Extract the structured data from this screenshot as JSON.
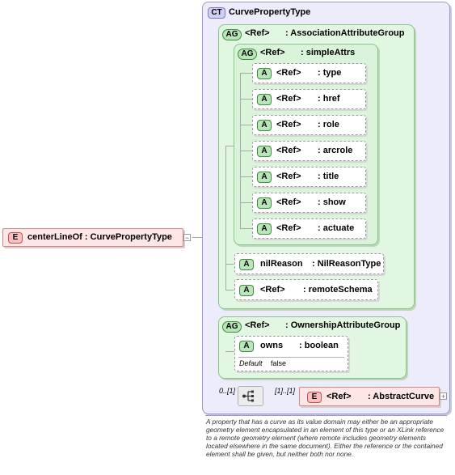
{
  "root": {
    "badge": "E",
    "name": "centerLineOf",
    "sep": ":",
    "type": "CurvePropertyType"
  },
  "complex_type": {
    "badge": "CT",
    "name": "CurvePropertyType"
  },
  "association_group": {
    "badge": "AG",
    "ref": "<Ref>",
    "name": ": AssociationAttributeGroup",
    "simple_attrs": {
      "badge": "AG",
      "ref": "<Ref>",
      "name": ": simpleAttrs",
      "attributes": [
        {
          "badge": "A",
          "ref": "<Ref>",
          "name": ": type"
        },
        {
          "badge": "A",
          "ref": "<Ref>",
          "name": ": href"
        },
        {
          "badge": "A",
          "ref": "<Ref>",
          "name": ": role"
        },
        {
          "badge": "A",
          "ref": "<Ref>",
          "name": ": arcrole"
        },
        {
          "badge": "A",
          "ref": "<Ref>",
          "name": ": title"
        },
        {
          "badge": "A",
          "ref": "<Ref>",
          "name": ": show"
        },
        {
          "badge": "A",
          "ref": "<Ref>",
          "name": ": actuate"
        }
      ]
    },
    "nil_reason": {
      "badge": "A",
      "name": "nilReason",
      "type": ": NilReasonType"
    },
    "remote_schema": {
      "badge": "A",
      "ref": "<Ref>",
      "name": ": remoteSchema"
    }
  },
  "ownership_group": {
    "badge": "AG",
    "ref": "<Ref>",
    "name": ": OwnershipAttributeGroup",
    "owns": {
      "badge": "A",
      "name": "owns",
      "type": ": boolean",
      "default_label": "Default",
      "default_value": "false"
    }
  },
  "sequence": {
    "occurrence": "0..[1]",
    "child_occurrence": "[1]..[1]"
  },
  "abstract_curve": {
    "badge": "E",
    "ref": "<Ref>",
    "name": ": AbstractCurve"
  },
  "documentation": "A property that has a curve as its value domain may either be an appropriate geometry element encapsulated in an element of this type or an XLink reference to a remote geometry element (where remote includes geometry elements located elsewhere in the same document). Either the reference or the contained element shall be given, but neither both nor none."
}
